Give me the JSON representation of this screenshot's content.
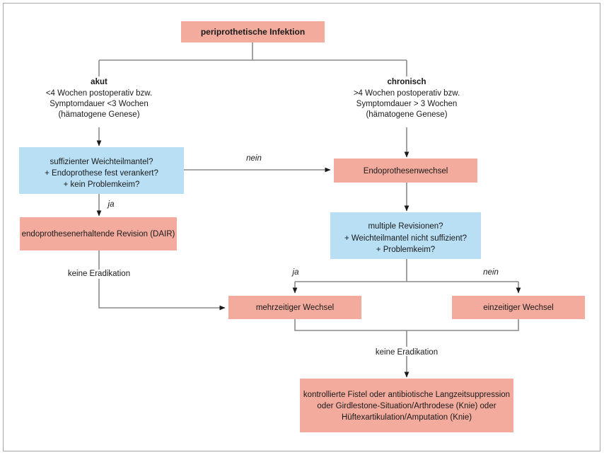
{
  "diagram": {
    "title_node": {
      "label": "periprothetische Infektion",
      "color": "#f3ab9d"
    },
    "branch_left": {
      "heading": "akut",
      "line1": "<4 Wochen postoperativ bzw.",
      "line2": "Symptomdauer <3 Wochen",
      "line3": "(hämatogene Genese)"
    },
    "branch_right": {
      "heading": "chronisch",
      "line1": ">4 Wochen postoperativ bzw.",
      "line2": "Symptomdauer > 3 Wochen",
      "line3": "(hämatogene Genese)"
    },
    "decision_left": {
      "line1": "suffizienter Weichteilmantel?",
      "line2": "+ Endoprothese fest verankert?",
      "line3": "+ kein Problemkeim?",
      "color": "#b9dff5"
    },
    "decision_right": {
      "line1": "multiple Revisionen?",
      "line2": "+ Weichteilmantel nicht suffizient?",
      "line3": "+ Problemkeim?",
      "color": "#b9dff5"
    },
    "node_endoprothesenwechsel": {
      "label": "Endoprothesenwechsel",
      "color": "#f3ab9d"
    },
    "node_dair": {
      "label": "endoprothesenerhaltende Revision (DAIR)",
      "color": "#f3ab9d"
    },
    "node_mehrzeitig": {
      "label": "mehrzeitiger Wechsel",
      "color": "#f3ab9d"
    },
    "node_einzeitig": {
      "label": "einzeitiger Wechsel",
      "color": "#f3ab9d"
    },
    "node_final": {
      "line1": "kontrollierte Fistel oder antibiotische Langzeitsuppression",
      "line2": "oder Girdlestone-Situation/Arthrodese (Knie) oder",
      "line3": "Hüftexartikulation/Amputation (Knie)",
      "color": "#f3ab9d"
    },
    "edge_labels": {
      "nein_top": "nein",
      "ja_left": "ja",
      "ja_mid": "ja",
      "nein_mid": "nein",
      "keine_eradikation_left": "keine Eradikation",
      "keine_eradikation_bottom": "keine Eradikation"
    },
    "colors": {
      "pink": "#f3ab9d",
      "blue": "#b9dff5",
      "connector": "#8a8a8a",
      "frame": "#a6a6a6",
      "text": "#1a1a1a"
    }
  }
}
